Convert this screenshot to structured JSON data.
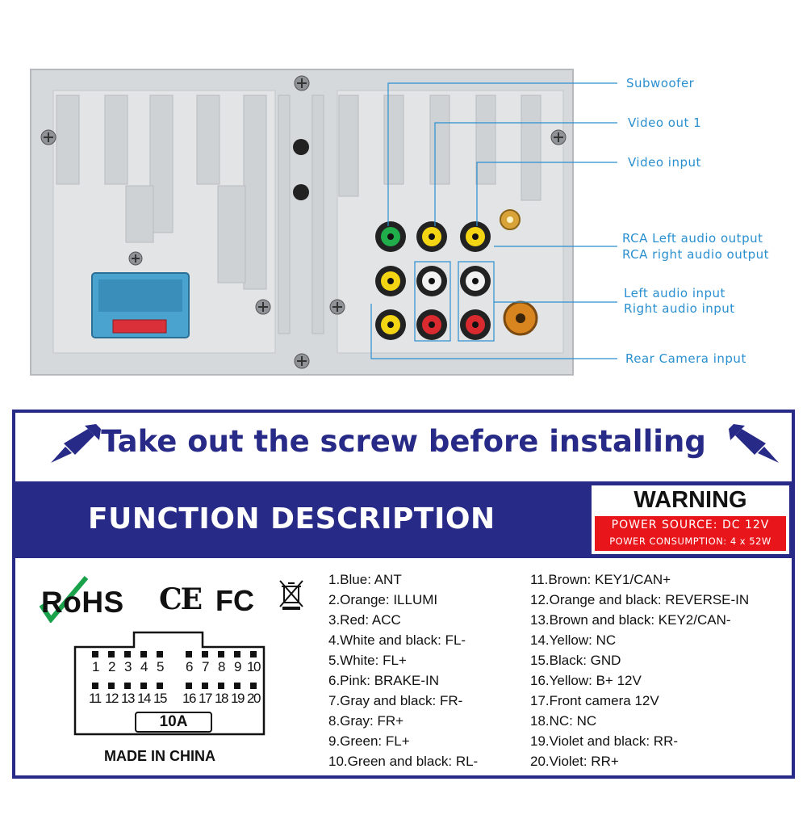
{
  "callouts": {
    "subwoofer": "Subwoofer",
    "video_out_1": "Video out 1",
    "video_input": "Video input",
    "rca_left_out": "RCA Left audio output",
    "rca_right_out": "RCA right audio output",
    "left_in": "Left audio input",
    "right_in": "Right audio input",
    "rear_camera": "Rear Camera input"
  },
  "label": {
    "header": "Take out the screw before installing",
    "band_title": "FUNCTION DESCRIPTION",
    "warning_title": "WARNING",
    "power_source": "POWER SOURCE: DC 12V",
    "power_consumption": "POWER CONSUMPTION: 4 x 52W",
    "rohs": "RoHS",
    "ce": "CE",
    "fc": "FC",
    "fuse": "10A",
    "made_in": "MADE IN CHINA",
    "pins_left": [
      "1.Blue: ANT",
      "2.Orange: ILLUMI",
      "3.Red: ACC",
      "4.White and black: FL-",
      "5.White: FL+",
      "6.Pink: BRAKE-IN",
      "7.Gray and black: FR-",
      "8.Gray: FR+",
      "9.Green: FL+",
      "10.Green and black: RL-"
    ],
    "pins_right": [
      "11.Brown: KEY1/CAN+",
      "12.Orange and black: REVERSE-IN",
      "13.Brown and black: KEY2/CAN-",
      "14.Yellow: NC",
      "15.Black: GND",
      "16.Yellow: B+ 12V",
      "17.Front camera 12V",
      "18.NC: NC",
      "19.Violet and black: RR-",
      "20.Violet: RR+"
    ],
    "connector_top_row": [
      "1",
      "2",
      "3",
      "4",
      "5",
      "6",
      "7",
      "8",
      "9",
      "10"
    ],
    "connector_bottom_row": [
      "11",
      "12",
      "13",
      "14",
      "15",
      "16",
      "17",
      "18",
      "19",
      "20"
    ]
  },
  "colors": {
    "navy": "#272a86",
    "callout_blue": "#2a8fd0",
    "warning_red": "#e8161b",
    "panel_gray": "#d4d7da",
    "connector_blue": "#4aa3cf"
  }
}
